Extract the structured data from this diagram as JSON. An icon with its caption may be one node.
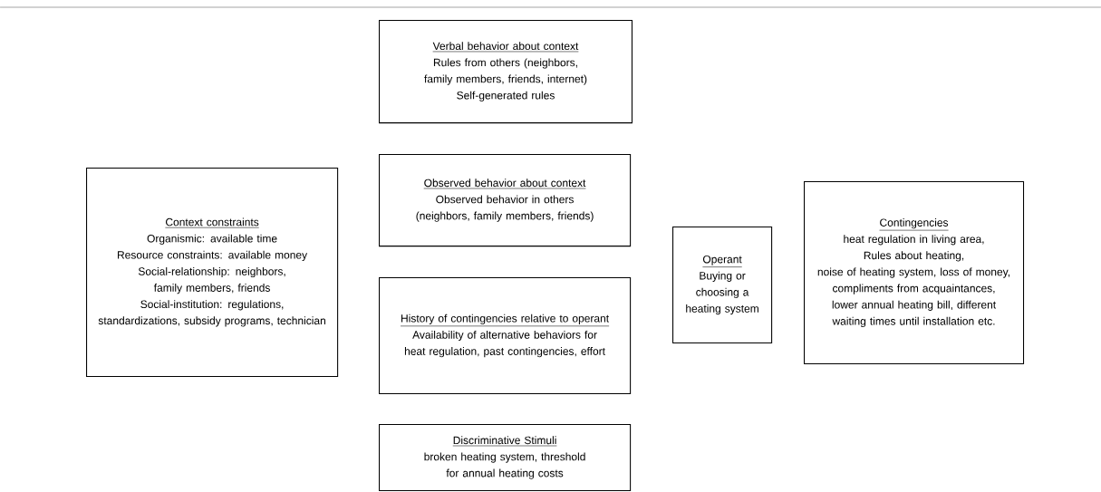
{
  "diagram": {
    "nodes": [
      {
        "text": [
          "Verbal behavior about context",
          "Rules from others (neighbors, family members, friends, internet)",
          "Self-generated rules"
        ]
      },
      {
        "text": [
          "Context constraints",
          "Organismic: available time",
          "Resource constraints: available money",
          "Social-relationship: neighbors, family members, friends",
          "Social-institution: regulations, standardizations, subsidy programs, technician"
        ]
      },
      {
        "text": [
          "Observed behavior about context",
          "Observed behavior in others (neighbors, family members, friends)"
        ]
      },
      {
        "text": [
          "History of contingencies relative to operant",
          "Availability of alternative behaviors for heat regulation, past contingencies, effort"
        ]
      },
      {
        "text": [
          "Operant",
          "Buying or choosing a heating system"
        ]
      },
      {
        "text": [
          "Contingencies",
          "heat regulation in living area,",
          "Rules about heating,",
          "noise of heating system, loss of money, compliments from acquaintances, lower annual heating bill, different waiting times until installation etc."
        ]
      },
      {
        "text": [
          "Discriminative Stimuli",
          "broken heating system, threshold for annual heating costs"
        ]
      }
    ],
    "edges": []
  }
}
